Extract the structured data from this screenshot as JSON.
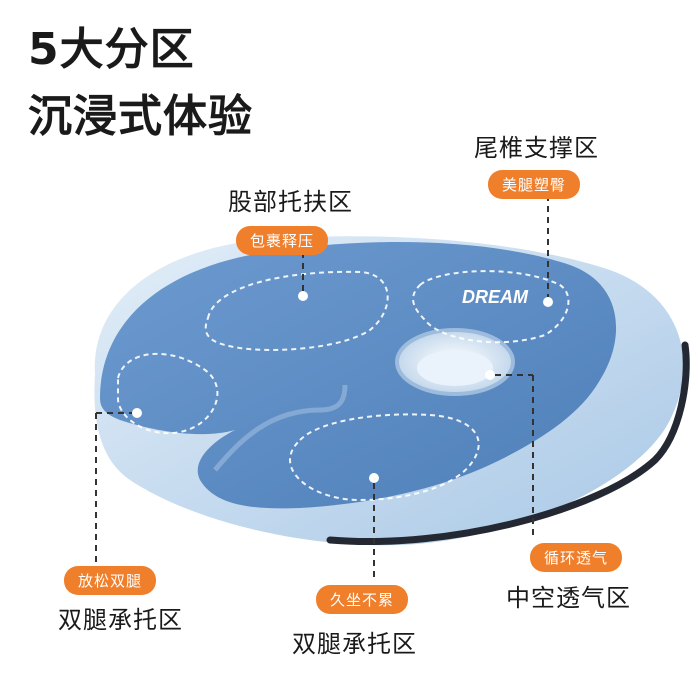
{
  "headline": {
    "line1": "5大分区",
    "line2": "沉浸式体验"
  },
  "zones": [
    {
      "title": "股部托扶区",
      "tag": "包裹释压"
    },
    {
      "title": "尾椎支撑区",
      "tag": "美腿塑臀"
    },
    {
      "title": "中空透气区",
      "tag": "循环透气"
    },
    {
      "title": "双腿承托区",
      "tag": "放松双腿"
    },
    {
      "title": "双腿承托区",
      "tag": "久坐不累"
    }
  ],
  "product": {
    "logo": "DREAM"
  },
  "colors": {
    "accent": "#f07f2c",
    "cushion_top": "#5f8fc6",
    "cushion_side": "#c9dff0",
    "stitch": "#ffffff",
    "text": "#1a1a1a"
  }
}
